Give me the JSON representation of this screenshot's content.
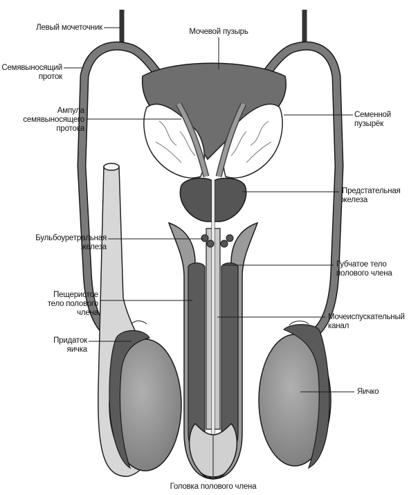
{
  "labels": {
    "left_ureter": "Левый мочеточник",
    "bladder": "Мочевой пузырь",
    "vas_deferens": "Семявыносящий\nпроток",
    "ampulla": "Ампула\nсемявыносящего\nпротока",
    "seminal_vesicle": "Семенной\nпузырёк",
    "prostate": "Предстательная\nжелеза",
    "bulbourethral": "Бульбоуретральная\nжелеза",
    "spongiosum": "Губчатое тело\nполового члена",
    "cavernosum": "Пещеристое\nтело полового\nчлена",
    "urethra": "Мочеиспускательный\nканал",
    "epididymis": "Придаток\nяичка",
    "testis": "Яичко",
    "glans": "Головка полового члена"
  },
  "colors": {
    "dark": "#707070",
    "mid": "#8a8a8a",
    "light": "#bdbdbd",
    "pale": "#dcdcdc",
    "white": "#ffffff",
    "outline": "#1a1a1a"
  }
}
